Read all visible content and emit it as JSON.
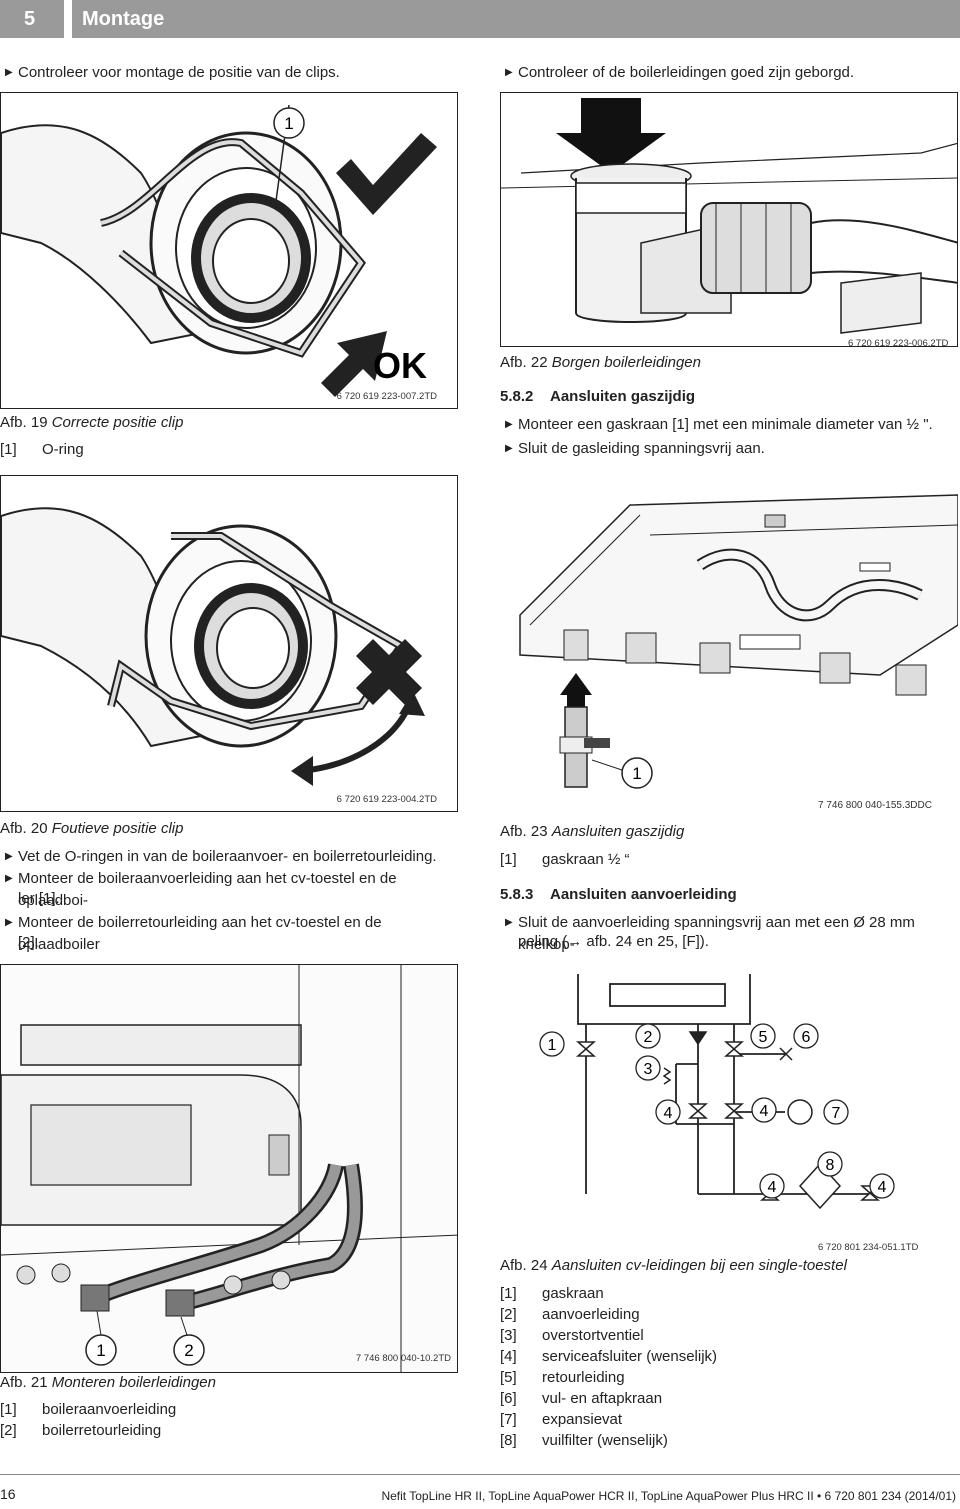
{
  "header": {
    "chapter_number": "5",
    "chapter_title": "Montage"
  },
  "left": {
    "intro_bullet": "Controleer voor montage de positie van de clips.",
    "fig19": {
      "code": "6 720 619 223-007.2TD",
      "callout": "1",
      "ok_label": "OK",
      "caption_num": "Afb. 19",
      "caption_text": "Correcte positie clip",
      "legend": [
        {
          "key": "[1]",
          "text": "O-ring"
        }
      ]
    },
    "fig20": {
      "code": "6 720 619 223-004.2TD",
      "caption_num": "Afb. 20",
      "caption_text": "Foutieve positie clip"
    },
    "bullets": [
      "Vet de O-ringen in van de boileraanvoer- en boilerretourleiding.",
      "Monteer de boileraanvoerleiding aan het cv-toestel en de oplaadboi-",
      "ler [1].",
      "Monteer de boilerretourleiding aan het cv-toestel en de oplaadboiler",
      "[2]."
    ],
    "fig21": {
      "code": "7 746 800 040-10.2TD",
      "callout_1": "1",
      "callout_2": "2",
      "caption_num": "Afb. 21",
      "caption_text": "Monteren boilerleidingen",
      "legend": [
        {
          "key": "[1]",
          "text": "boileraanvoerleiding"
        },
        {
          "key": "[2]",
          "text": "boilerretourleiding"
        }
      ]
    }
  },
  "right": {
    "intro_bullet": "Controleer of de boilerleidingen goed zijn geborgd.",
    "fig22": {
      "code": "6 720 619 223-006.2TD",
      "caption_num": "Afb. 22",
      "caption_text": "Borgen boilerleidingen"
    },
    "sec_582": {
      "number": "5.8.2",
      "title": "Aansluiten gaszijdig",
      "bullets": [
        "Monteer een gaskraan [1] met een minimale diameter van ½ \".",
        "Sluit de gasleiding spanningsvrij aan."
      ]
    },
    "fig23": {
      "code": "7 746 800 040-155.3DDC",
      "callout": "1",
      "caption_num": "Afb. 23",
      "caption_text": "Aansluiten gaszijdig",
      "legend": [
        {
          "key": "[1]",
          "text": "gaskraan ½ “"
        }
      ]
    },
    "sec_583": {
      "number": "5.8.3",
      "title": "Aansluiten aanvoerleiding",
      "bullet_line1": "Sluit de aanvoerleiding spanningsvrij aan met een Ø 28 mm knelkop-",
      "bullet_line2": "peling (→ afb. 24 en 25, [F])."
    },
    "fig24": {
      "code": "6 720 801 234-051.1TD",
      "labels": {
        "n1": "1",
        "n2": "2",
        "n3": "3",
        "n4": "4",
        "n5": "5",
        "n6": "6",
        "n7": "7",
        "n8": "8"
      },
      "caption_num": "Afb. 24",
      "caption_text": "Aansluiten cv-leidingen bij een single-toestel",
      "legend": [
        {
          "key": "[1]",
          "text": "gaskraan"
        },
        {
          "key": "[2]",
          "text": "aanvoerleiding"
        },
        {
          "key": "[3]",
          "text": "overstortventiel"
        },
        {
          "key": "[4]",
          "text": "serviceafsluiter (wenselijk)"
        },
        {
          "key": "[5]",
          "text": "retourleiding"
        },
        {
          "key": "[6]",
          "text": "vul- en aftapkraan"
        },
        {
          "key": "[7]",
          "text": "expansievat"
        },
        {
          "key": "[8]",
          "text": "vuilfilter (wenselijk)"
        }
      ]
    }
  },
  "footer": {
    "page_number": "16",
    "doc_text": "Nefit TopLine HR II, TopLine AquaPower HCR II, TopLine AquaPower Plus HRC II • 6 720 801 234 (2014/01)"
  }
}
